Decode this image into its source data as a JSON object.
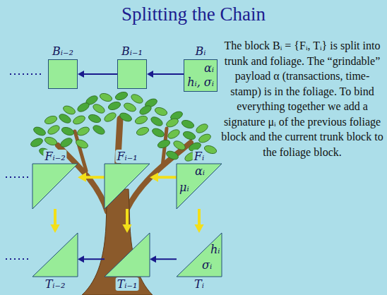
{
  "diagram": {
    "title": "Splitting the Chain",
    "nodes": [
      {
        "text": [
          "Bᵢ₋₂"
        ]
      },
      {
        "text": [
          "Bᵢ₋₁"
        ]
      },
      {
        "text": [
          "Bᵢ",
          "αᵢ",
          "hᵢ, σᵢ"
        ]
      },
      {
        "text": [
          "Fᵢ₋₂"
        ]
      },
      {
        "text": [
          "Fᵢ₋₁"
        ]
      },
      {
        "text": [
          "Fᵢ",
          "αᵢ",
          "μᵢ"
        ]
      },
      {
        "text": [
          "Tᵢ₋₂"
        ]
      },
      {
        "text": [
          "Tᵢ₋₁"
        ]
      },
      {
        "text": [
          "Tᵢ",
          "hᵢ",
          "σᵢ"
        ]
      }
    ],
    "edges": [
      {
        "from": 2,
        "to": 1,
        "arrow": "to"
      },
      {
        "from": 1,
        "to": 0,
        "arrow": "to"
      },
      {
        "from": 5,
        "to": 4,
        "arrow": "to"
      },
      {
        "from": 4,
        "to": 3,
        "arrow": "to"
      },
      {
        "from": 5,
        "to": 8,
        "arrow": "to"
      },
      {
        "from": 4,
        "to": 7,
        "arrow": "to"
      },
      {
        "from": 3,
        "to": 6,
        "arrow": "to"
      },
      {
        "from": 8,
        "to": 7,
        "arrow": "to"
      },
      {
        "from": 7,
        "to": 6,
        "arrow": "to"
      }
    ],
    "labels": [
      "The block Bᵢ = {Fᵢ, Tᵢ} is split into trunk and foliage. The “grindable” payload α (transactions, time-stamp) is in the foliage. To bind everything together we add a signature μᵢ of the previous foliage block and the current trunk block to the foliage block."
    ]
  }
}
